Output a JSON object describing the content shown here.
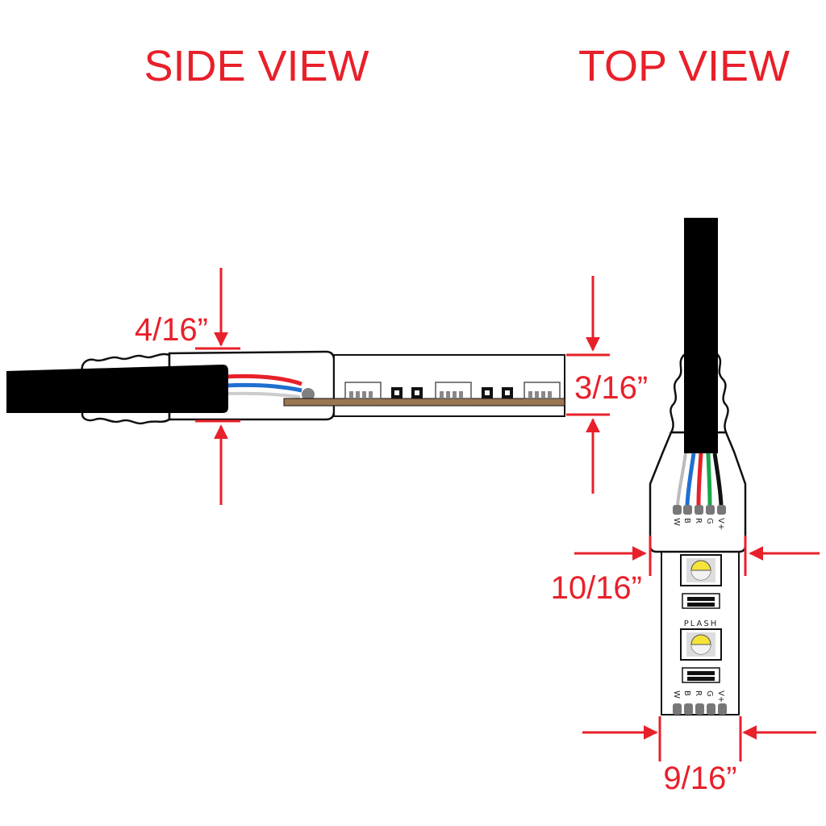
{
  "titles": {
    "side": "SIDE VIEW",
    "top": "TOP VIEW"
  },
  "dimensions": {
    "connector_height": "4/16”",
    "strip_thickness": "3/16”",
    "connector_width": "10/16”",
    "strip_width": "9/16”"
  },
  "pins": [
    "W",
    "B",
    "R",
    "G",
    "V+"
  ],
  "brand": "PLASH",
  "colors": {
    "dimension": "#e8202a",
    "cable": "#000000",
    "pcb": "#9b7653",
    "wire_red": "#e8202a",
    "wire_blue": "#1f6fd1",
    "wire_green": "#1aa64a",
    "wire_black": "#111111"
  }
}
